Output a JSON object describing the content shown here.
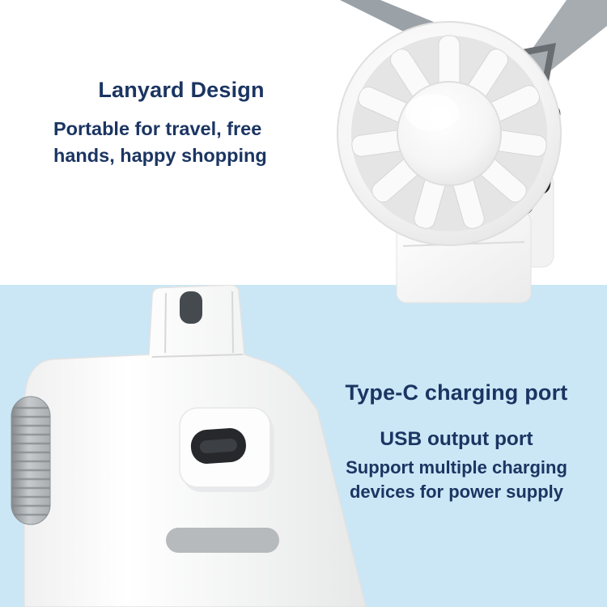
{
  "colors": {
    "heading_text": "#1b3562",
    "top_background": "#ffffff",
    "bottom_background": "#cbe7f6",
    "lanyard_gray": "#9aa1a7",
    "clip_black": "#1d1d20",
    "port_dark": "#26282b",
    "slot_gray": "#b6babd"
  },
  "top_section": {
    "title": "Lanyard Design",
    "description": "Portable for travel, free hands, happy shopping",
    "photo": "white-portable-fan-with-gray-lanyard"
  },
  "bottom_section": {
    "title": "Type-C charging port",
    "subtitle": "USB output port",
    "description": "Support multiple charging devices for power supply",
    "photo": "fan-handle-closeup-with-type-c-port"
  }
}
